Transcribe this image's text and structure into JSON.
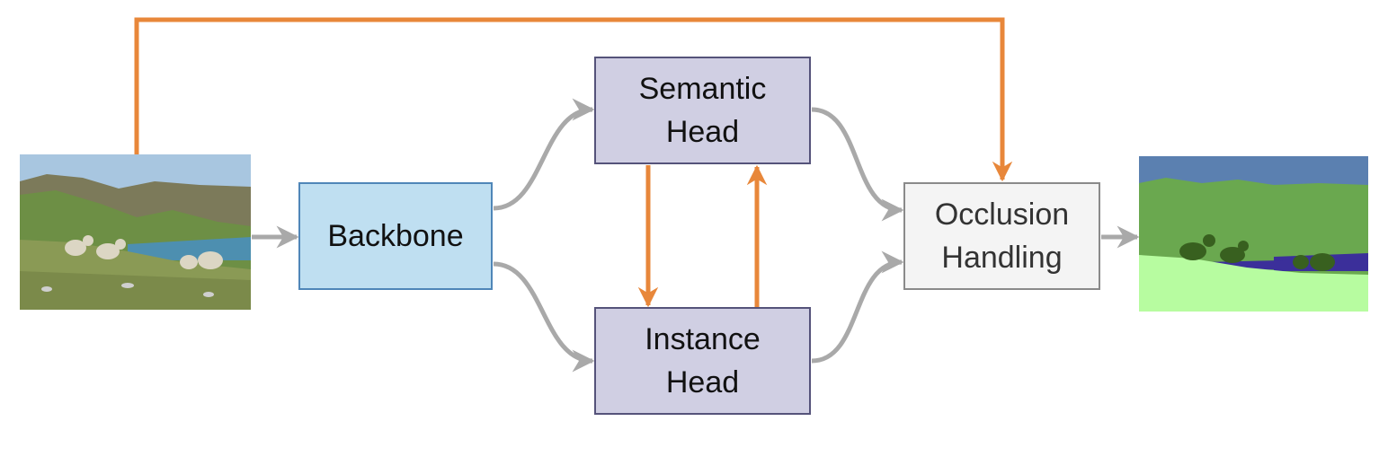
{
  "nodes": {
    "backbone": "Backbone",
    "semantic_head": "Semantic\nHead",
    "instance_head": "Instance\nHead",
    "occlusion_handling": "Occlusion\nHandling"
  },
  "colors": {
    "gray_arrow": "#a9a9a9",
    "orange_arrow": "#e8873a",
    "backbone_fill": "#bfdff1",
    "head_fill": "#d0cfe3",
    "occlusion_fill": "#f4f4f4",
    "seg_sky": "#5b80b0",
    "seg_hill": "#6aa84f",
    "seg_grass": "#b7fca0",
    "seg_water": "#3b2f9a",
    "seg_sheep": "#38601f"
  },
  "images": {
    "input": "input-photo-sheep-on-hillside",
    "output": "panoptic-segmentation-output"
  }
}
